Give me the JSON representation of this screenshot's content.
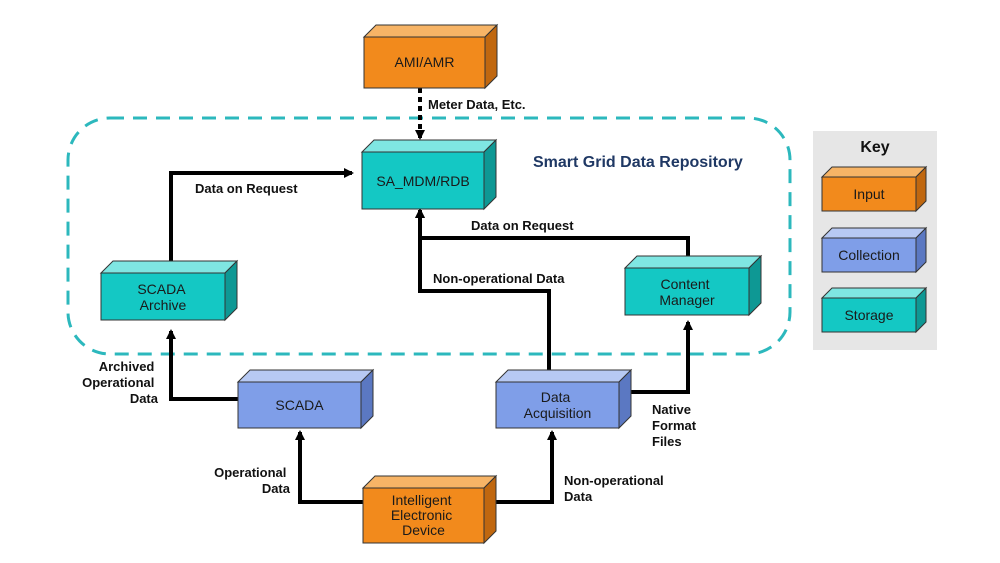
{
  "title": "Smart Grid Data Repository",
  "colors": {
    "input": "#f28a1c",
    "collection": "#7f9ee8",
    "storage": "#14c8c4",
    "boundary": "#2cb8bd",
    "key_bg": "#e6e6e6"
  },
  "boxes": {
    "ami": "AMI/AMR",
    "repo": "SA_MDM/RDB",
    "scada_archive": [
      "SCADA",
      "Archive"
    ],
    "content_manager": [
      "Content",
      "Manager"
    ],
    "scada": "SCADA",
    "data_acquisition": [
      "Data",
      "Acquisition"
    ],
    "ied": [
      "Intelligent",
      "Electronic",
      "Device"
    ]
  },
  "labels": {
    "meter_data": "Meter Data, Etc.",
    "data_on_request_left": "Data on Request",
    "data_on_request_right": "Data on Request",
    "non_operational_top": "Non-operational Data",
    "archived": [
      "Archived",
      "Operational",
      "Data"
    ],
    "native": [
      "Native",
      "Format",
      "Files"
    ],
    "operational": [
      "Operational",
      "Data"
    ],
    "non_operational_bottom": [
      "Non-operational",
      "Data"
    ]
  },
  "key": {
    "title": "Key",
    "items": [
      "Input",
      "Collection",
      "Storage"
    ]
  }
}
